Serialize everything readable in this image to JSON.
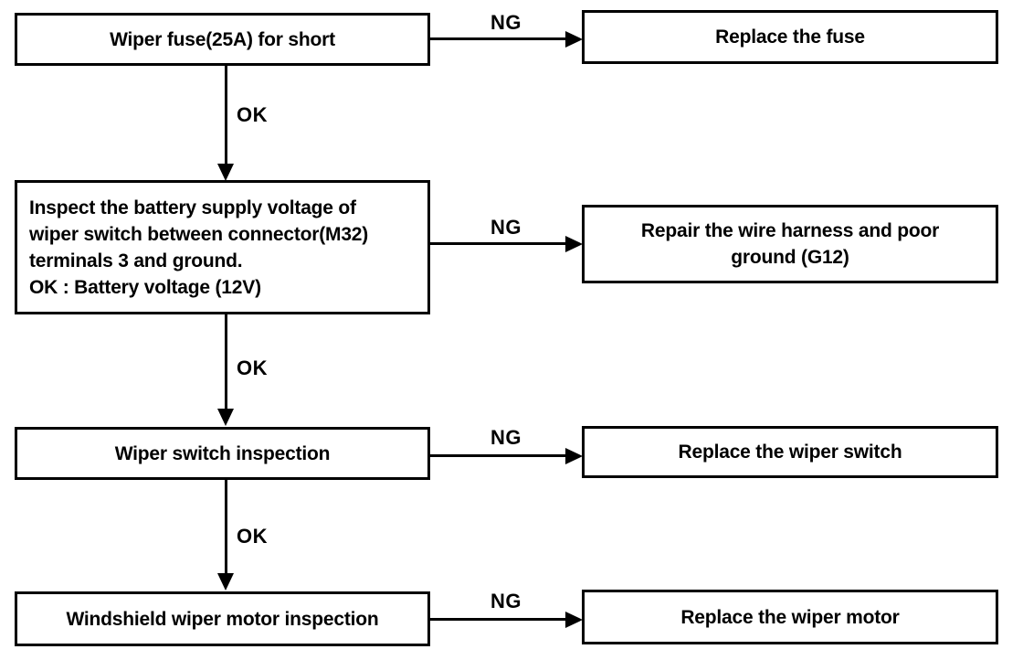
{
  "flowchart": {
    "colors": {
      "line": "#000000",
      "background": "#ffffff",
      "text": "#000000"
    },
    "labels": {
      "ng": "NG",
      "ok": "OK"
    },
    "steps": [
      {
        "check": "Wiper fuse(25A) for short",
        "ng_action": "Replace the fuse"
      },
      {
        "check": "Inspect the battery supply voltage of\nwiper switch between connector(M32)\nterminals 3 and ground.\nOK : Battery voltage (12V)",
        "ng_action": "Repair the wire harness and poor\nground (G12)"
      },
      {
        "check": "Wiper switch inspection",
        "ng_action": "Replace the wiper switch"
      },
      {
        "check": "Windshield wiper motor inspection",
        "ng_action": "Replace the wiper motor"
      }
    ]
  }
}
